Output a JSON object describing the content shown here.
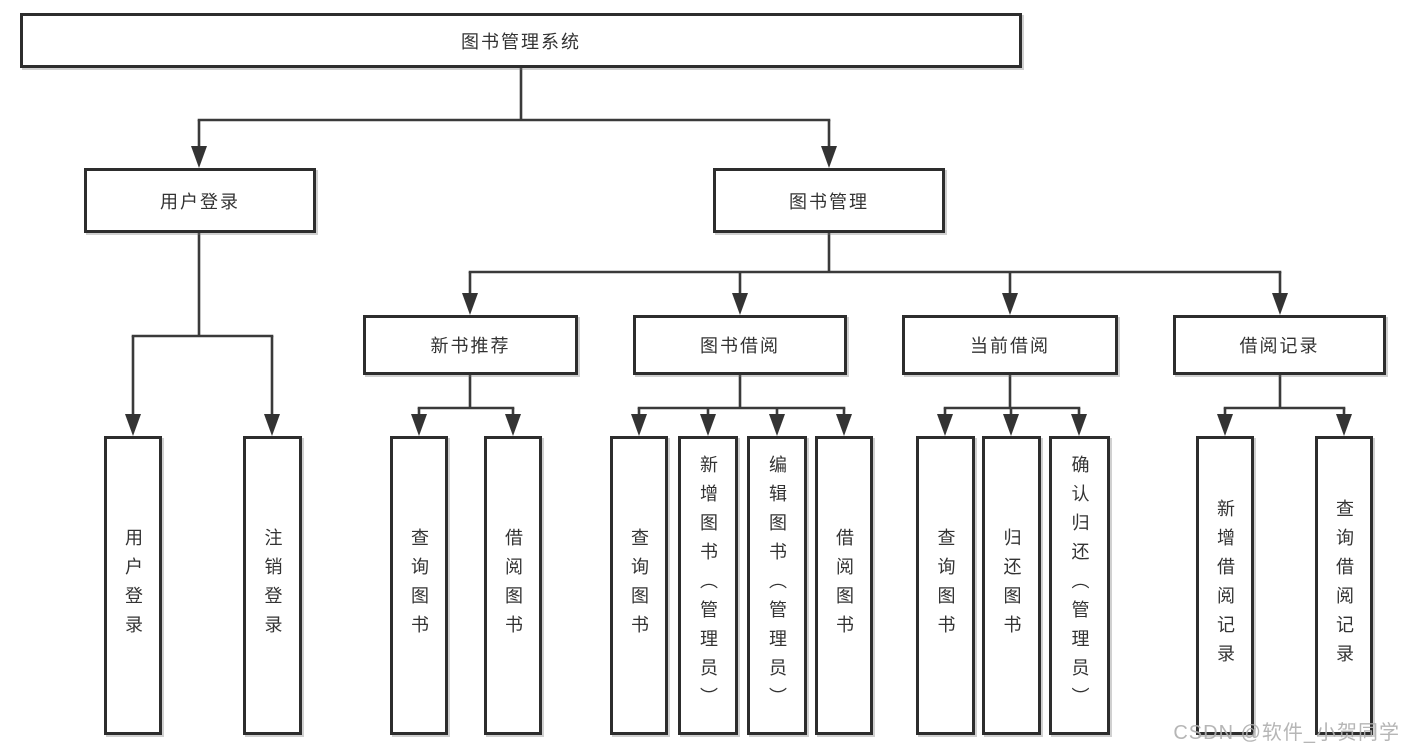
{
  "colors": {
    "background": "#ffffff",
    "box_border": "#2d2d2d",
    "connector_line": "#3a3a3a",
    "text": "#333333",
    "watermark_text": "#b0b0b0"
  },
  "tree": {
    "root": {
      "label": "图书管理系统"
    },
    "branches": [
      {
        "label": "用户登录",
        "children": [
          {
            "label": "用户登录"
          },
          {
            "label": "注销登录"
          }
        ]
      },
      {
        "label": "图书管理",
        "children": [
          {
            "label": "新书推荐",
            "children": [
              {
                "label": "查询图书"
              },
              {
                "label": "借阅图书"
              }
            ]
          },
          {
            "label": "图书借阅",
            "children": [
              {
                "label": "查询图书"
              },
              {
                "label": "新增图书（管理员）"
              },
              {
                "label": "编辑图书（管理员）"
              },
              {
                "label": "借阅图书"
              }
            ]
          },
          {
            "label": "当前借阅",
            "children": [
              {
                "label": "查询图书"
              },
              {
                "label": "归还图书"
              },
              {
                "label": "确认归还（管理员）"
              }
            ]
          },
          {
            "label": "借阅记录",
            "children": [
              {
                "label": "新增借阅记录"
              },
              {
                "label": "查询借阅记录"
              }
            ]
          }
        ]
      }
    ]
  },
  "watermark": {
    "text": "CSDN @软件_小贺同学"
  }
}
